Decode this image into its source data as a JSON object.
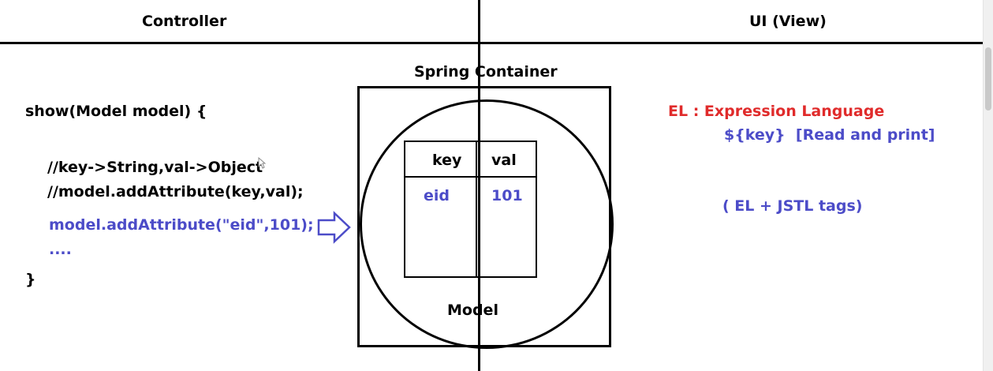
{
  "headers": {
    "controller": "Controller",
    "ui_view": "UI (View)"
  },
  "code": {
    "signature": "show(Model model) {",
    "comment_types": "//key->String,val->Object",
    "comment_call": "//model.addAttribute(key,val);",
    "call": "model.addAttribute(\"eid\",101);",
    "ellipsis": "....",
    "closing_brace": "}"
  },
  "container": {
    "title": "Spring Container",
    "model_label": "Model",
    "table": {
      "columns": [
        "key",
        "val"
      ],
      "rows": [
        {
          "key": "eid",
          "val": "101"
        }
      ]
    }
  },
  "view": {
    "el_title": "EL : Expression Language",
    "el_syntax": "${key}  [Read and print]",
    "el_jstl": "( EL + JSTL tags)"
  },
  "colors": {
    "blue_text": "#4c4cc8",
    "red_text": "#e02b2b",
    "line": "#000000"
  }
}
